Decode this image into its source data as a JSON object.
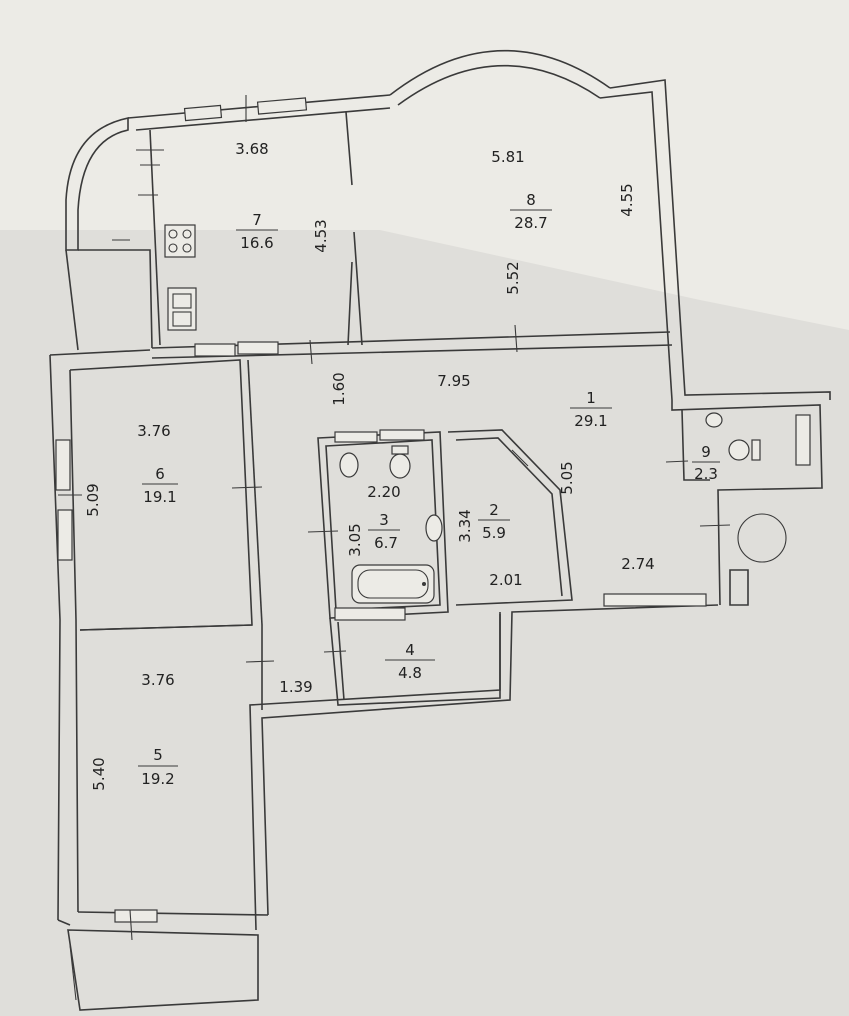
{
  "colors": {
    "paper": "#ecebe6",
    "line": "#3a3a3a",
    "text": "#222222"
  },
  "rooms": {
    "r1": {
      "number": "1",
      "area": "29.1"
    },
    "r2": {
      "number": "2",
      "area": "5.9"
    },
    "r3": {
      "number": "3",
      "area": "6.7"
    },
    "r4": {
      "number": "4",
      "area": "4.8"
    },
    "r5": {
      "number": "5",
      "area": "19.2"
    },
    "r6": {
      "number": "6",
      "area": "19.1"
    },
    "r7": {
      "number": "7",
      "area": "16.6"
    },
    "r8": {
      "number": "8",
      "area": "28.7"
    },
    "r9": {
      "number": "9",
      "area": "2.3"
    }
  },
  "dimensions": {
    "kitchen_width": "3.68",
    "kitchen_depth": "4.53",
    "living_width": "5.81",
    "living_depth_right": "4.55",
    "living_depth": "5.52",
    "hall_gap": "1.60",
    "hall_length": "7.95",
    "hall_depth": "5.05",
    "hall_tail": "2.74",
    "bed6_width": "3.76",
    "bed6_depth": "5.09",
    "bath_width": "2.20",
    "bath_depth": "3.05",
    "wc_depth": "3.34",
    "wc_width": "2.01",
    "bed5_width": "3.76",
    "bed5_depth": "5.40",
    "corridor_width": "1.39"
  }
}
